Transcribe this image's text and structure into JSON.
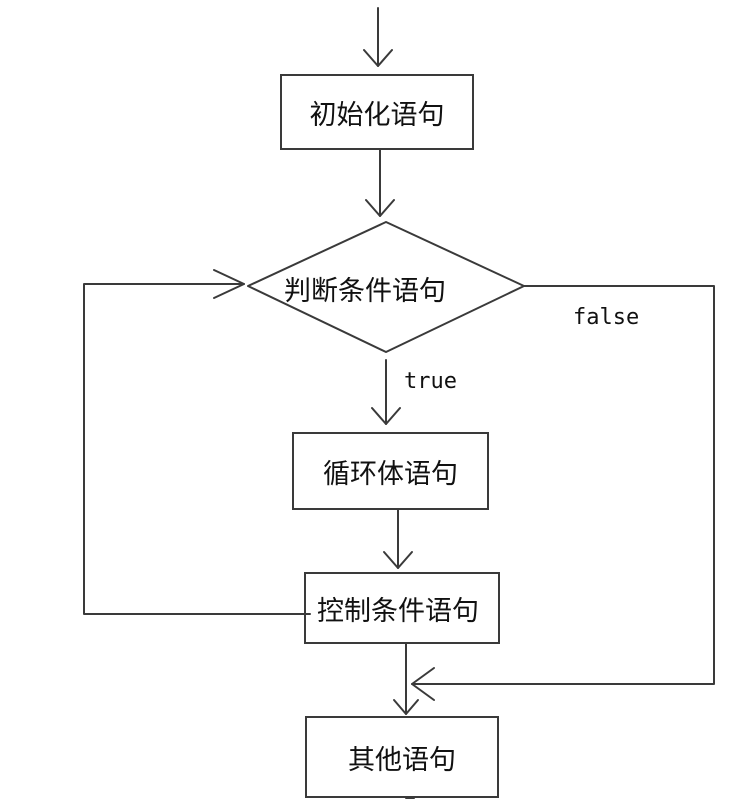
{
  "nodes": {
    "init": "初始化语句",
    "condition": "判断条件语句",
    "body": "循环体语句",
    "control": "控制条件语句",
    "other": "其他语句"
  },
  "edges": {
    "true_label": "true",
    "false_label": "false"
  },
  "colors": {
    "line": "#3a3a3a",
    "text": "#111111",
    "background": "#ffffff"
  }
}
